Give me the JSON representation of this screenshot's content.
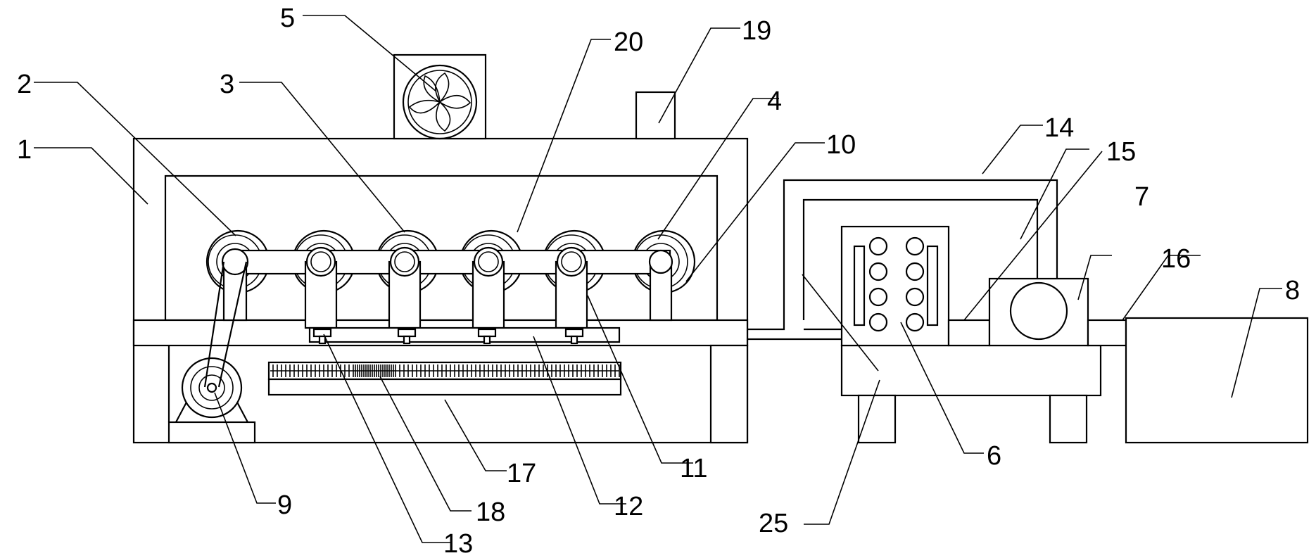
{
  "labels": {
    "l1": "1",
    "l2": "2",
    "l3": "3",
    "l4": "4",
    "l5": "5",
    "l6": "6",
    "l7": "7",
    "l8": "8",
    "l9": "9",
    "l10": "10",
    "l11": "11",
    "l12": "12",
    "l13": "13",
    "l14": "14",
    "l15": "15",
    "l16": "16",
    "l17": "17",
    "l18": "18",
    "l19": "19",
    "l20": "20",
    "l25": "25"
  }
}
